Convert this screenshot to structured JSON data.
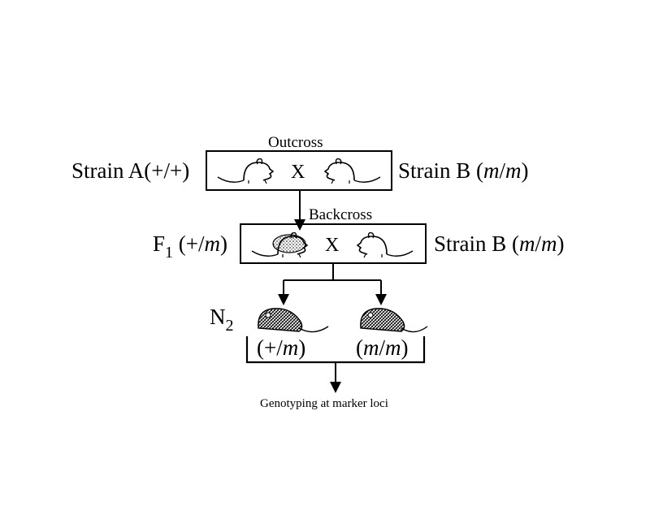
{
  "steps": {
    "outcross": "Outcross",
    "backcross": "Backcross"
  },
  "parents": {
    "strain_a": {
      "name": "Strain A",
      "genotype_open": "(",
      "genotype_allele1": "+",
      "genotype_sep": "/",
      "genotype_allele2": "+",
      "genotype_close": ")"
    },
    "strain_b_top": {
      "name": "Strain B",
      "genotype_open": "(",
      "genotype_allele1": "m",
      "genotype_sep": "/",
      "genotype_allele2": "m",
      "genotype_close": ")"
    },
    "strain_b_mid": {
      "name": "Strain B",
      "genotype_open": "(",
      "genotype_allele1": "m",
      "genotype_sep": "/",
      "genotype_allele2": "m",
      "genotype_close": ")"
    }
  },
  "generations": {
    "f1": {
      "letter": "F",
      "sub": "1",
      "genotype_open": "(",
      "genotype_allele1": "+",
      "genotype_sep": "/",
      "genotype_allele2": "m",
      "genotype_close": ")"
    },
    "n2": {
      "letter": "N",
      "sub": "2"
    }
  },
  "cross_symbol": "X",
  "offspring": {
    "left": {
      "open": "(",
      "a1": "+",
      "sep": "/",
      "a2": "m",
      "close": ")"
    },
    "right": {
      "open": "(",
      "a1": "m",
      "sep": "/",
      "a2": "m",
      "close": ")"
    }
  },
  "final_step": "Genotyping at marker loci",
  "icons": [
    "mouse-icon",
    "arrow-down-icon"
  ]
}
